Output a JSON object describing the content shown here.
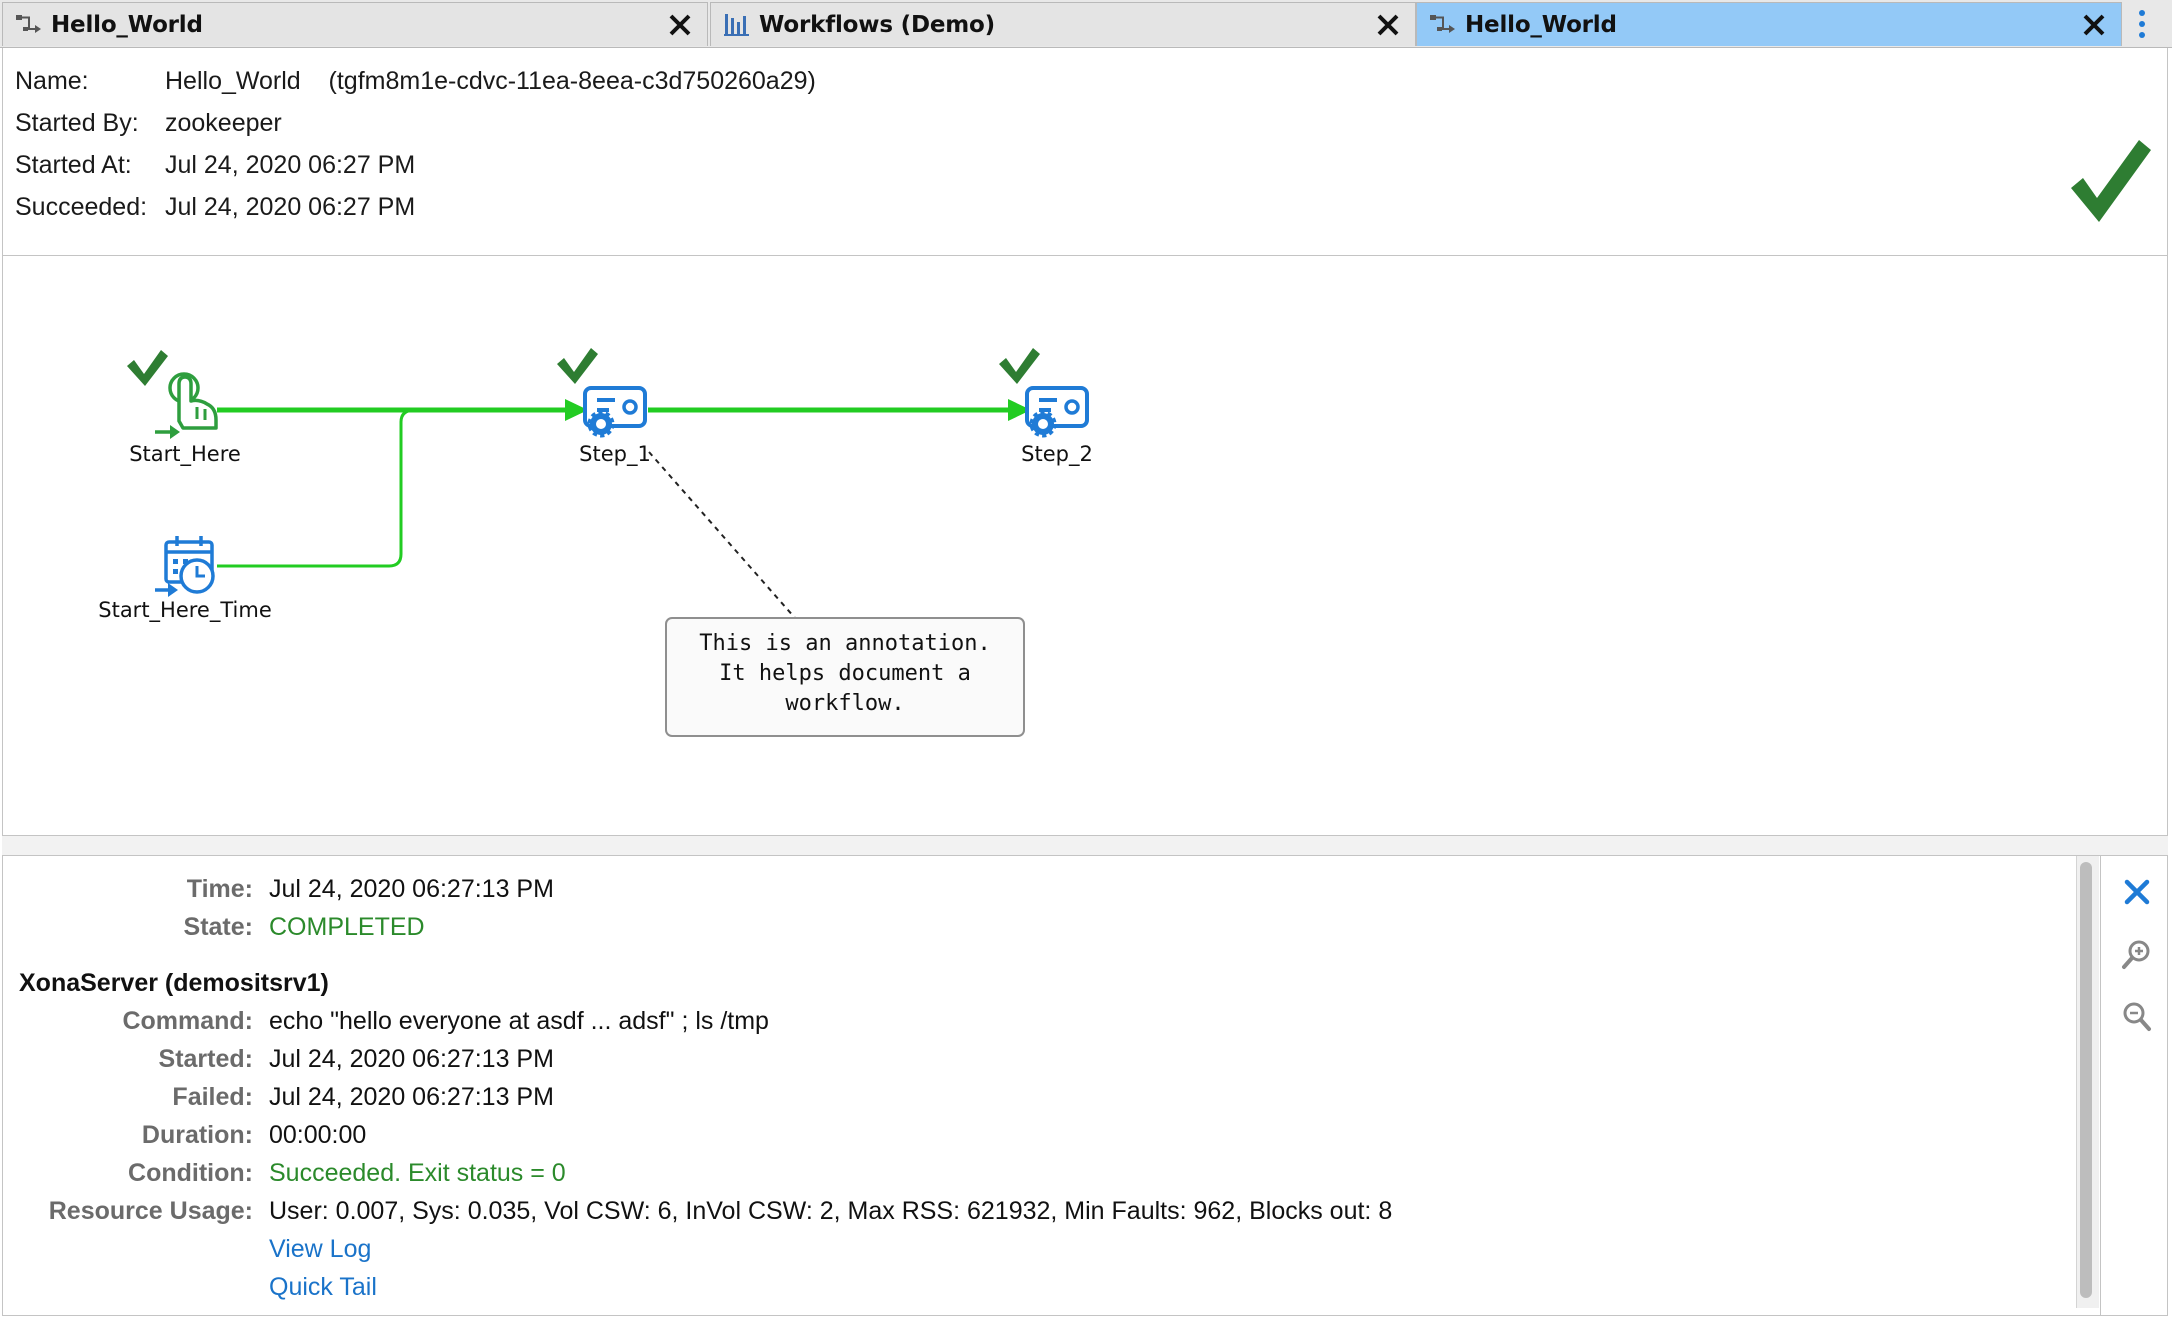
{
  "tabs": [
    {
      "label": "Hello_World",
      "icon": "workflow-icon",
      "active": false
    },
    {
      "label": "Workflows (Demo)",
      "icon": "workflows-list-icon",
      "active": false
    },
    {
      "label": "Hello_World",
      "icon": "workflow-icon",
      "active": true
    }
  ],
  "info": {
    "name_label": "Name:",
    "name_value": "Hello_World",
    "name_id": "(tgfm8m1e-cdvc-11ea-8eea-c3d750260a29)",
    "started_by_label": "Started By:",
    "started_by_value": "zookeeper",
    "started_at_label": "Started At:",
    "started_at_value": "Jul 24, 2020 06:27 PM",
    "succeeded_label": "Succeeded:",
    "succeeded_value": "Jul 24, 2020 06:27 PM",
    "status_icon": "success-check-icon"
  },
  "diagram": {
    "nodes": [
      {
        "label": "Start_Here",
        "icon": "manual-start-icon",
        "status": "success"
      },
      {
        "label": "Start_Here_Time",
        "icon": "scheduled-start-icon",
        "status": "none"
      },
      {
        "label": "Step_1",
        "icon": "job-step-icon",
        "status": "success"
      },
      {
        "label": "Step_2",
        "icon": "job-step-icon",
        "status": "success"
      }
    ],
    "annotation": {
      "line1": "This is an annotation.",
      "line2": "It helps document a",
      "line3": "workflow."
    },
    "colors": {
      "edge": "#22cc22",
      "icon_blue": "#1f7bd6",
      "check_green": "#2e8b2e"
    }
  },
  "details": {
    "time_label": "Time:",
    "time_value": "Jul 24, 2020 06:27:13 PM",
    "state_label": "State:",
    "state_value": "COMPLETED",
    "server_title": "XonaServer (demositsrv1)",
    "command_label": "Command:",
    "command_value": "echo \"hello everyone at asdf ...  adsf\" ; ls /tmp",
    "started_label": "Started:",
    "started_value": "Jul 24, 2020 06:27:13 PM",
    "failed_label": "Failed:",
    "failed_value": "Jul 24, 2020 06:27:13 PM",
    "duration_label": "Duration:",
    "duration_value": "00:00:00",
    "condition_label": "Condition:",
    "condition_value": "Succeeded.  Exit status = 0",
    "resource_label": "Resource Usage:",
    "resource_value": "User: 0.007, Sys: 0.035, Vol CSW: 6, InVol CSW: 2, Max RSS: 621932, Min Faults: 962, Blocks out: 8",
    "view_log": "View Log",
    "quick_tail": "Quick Tail"
  },
  "side_tools": [
    "close-icon",
    "zoom-in-icon",
    "zoom-out-icon"
  ]
}
